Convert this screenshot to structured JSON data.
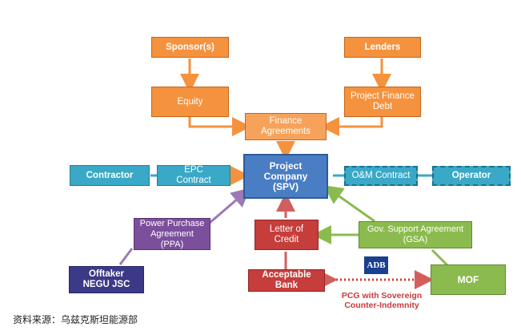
{
  "nodes": {
    "sponsors": "Sponsor(s)",
    "lenders": "Lenders",
    "equity": "Equity",
    "project_finance_debt": "Project Finance\nDebt",
    "finance_agreements": "Finance\nAgreements",
    "contractor": "Contractor",
    "epc_contract": "EPC\nContract",
    "project_company": "Project\nCompany\n(SPV)",
    "om_contract": "O&M Contract",
    "operator": "Operator",
    "ppa": "Power Purchase\nAgreement\n(PPA)",
    "letter_of_credit": "Letter of\nCredit",
    "gsa": "Gov. Support Agreement\n(GSA)",
    "offtaker": "Offtaker\nNEGU JSC",
    "acceptable_bank": "Acceptable\nBank",
    "mof": "MOF"
  },
  "adb_logo": "ADB",
  "pcg_label": "PCG with Sovereign\nCounter-Indemnity",
  "source": "资料来源：乌兹克斯坦能源部",
  "colors": {
    "orange": "#f5923e",
    "teal": "#3aa8c7",
    "blue": "#4a7ec4",
    "purple": "#7c4f9c",
    "red": "#c53e3b",
    "green": "#8bbb4e"
  }
}
